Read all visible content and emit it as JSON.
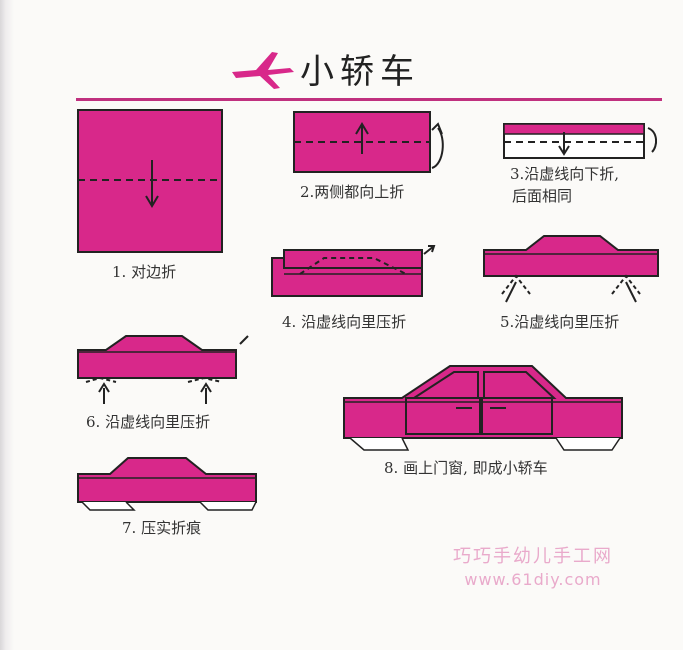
{
  "title": "小轿车",
  "steps": [
    {
      "label": "1. 对边折"
    },
    {
      "label": "2.两侧都向上折"
    },
    {
      "label_line1": "3.沿虚线向下折,",
      "label_line2": "后面相同"
    },
    {
      "label": "4. 沿虚线向里压折"
    },
    {
      "label": "5.沿虚线向里压折"
    },
    {
      "label": "6. 沿虚线向里压折"
    },
    {
      "label": "7. 压实折痕"
    },
    {
      "label": "8. 画上门窗, 即成小轿车"
    }
  ],
  "watermark": {
    "line1": "巧巧手幼儿手工网",
    "line2": "www.61diy.com"
  },
  "colors": {
    "paper": "#d8288a",
    "rule": "#c0307f",
    "ink": "#222222"
  }
}
